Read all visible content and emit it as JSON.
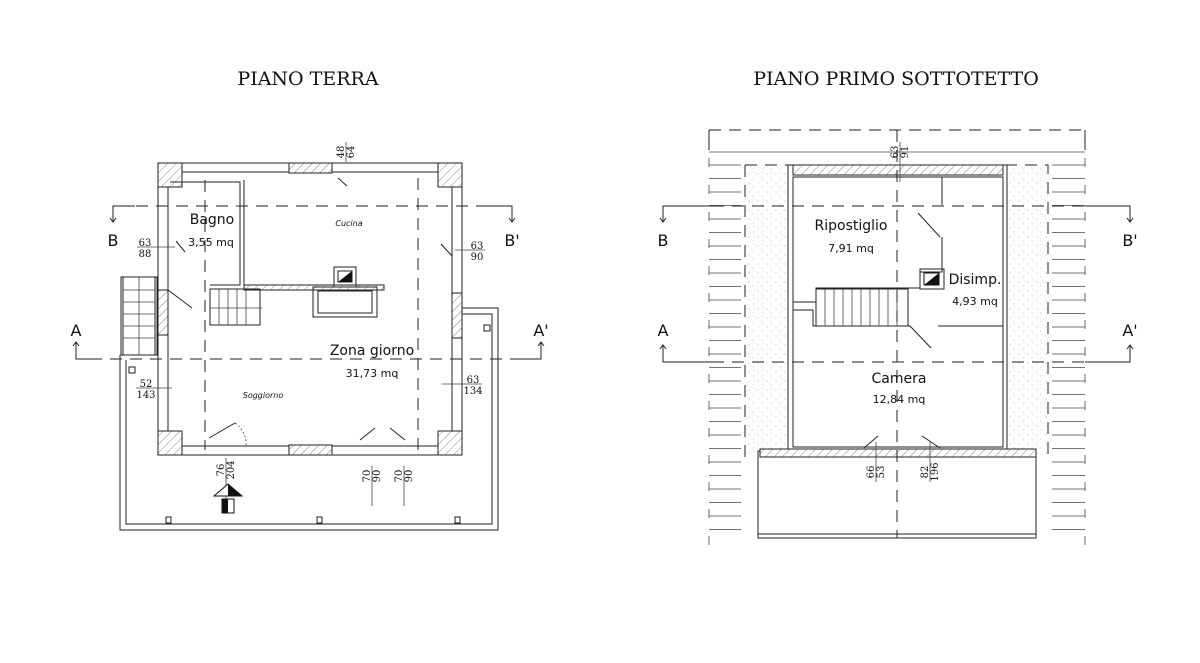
{
  "titles": {
    "ground": "PIANO TERRA",
    "first": "PIANO PRIMO SOTTOTETTO"
  },
  "ground_floor": {
    "rooms": [
      {
        "name": "Bagno",
        "area": "3,55 mq"
      },
      {
        "name": "Cucina"
      },
      {
        "name": "Zona giorno",
        "area": "31,73 mq"
      },
      {
        "name": "Soggiorno"
      }
    ],
    "sections": {
      "b": "B",
      "b_prime": "B'",
      "a": "A",
      "a_prime": "A'"
    },
    "openings": [
      {
        "w": "48",
        "h": "64"
      },
      {
        "w": "63",
        "h": "88"
      },
      {
        "w": "63",
        "h": "90"
      },
      {
        "w": "52",
        "h": "143"
      },
      {
        "w": "63",
        "h": "134"
      },
      {
        "w": "76",
        "h": "204"
      },
      {
        "w": "70",
        "h": "90"
      },
      {
        "w": "70",
        "h": "90"
      }
    ]
  },
  "first_floor": {
    "rooms": [
      {
        "name": "Ripostiglio",
        "area": "7,91 mq"
      },
      {
        "name": "Disimp.",
        "area": "4,93 mq"
      },
      {
        "name": "Camera",
        "area": "12,84 mq"
      }
    ],
    "sections": {
      "b": "B",
      "b_prime": "B'",
      "a": "A",
      "a_prime": "A'"
    },
    "openings": [
      {
        "w": "63",
        "h": "91"
      },
      {
        "w": "66",
        "h": "53"
      },
      {
        "w": "82",
        "h": "196"
      }
    ]
  }
}
